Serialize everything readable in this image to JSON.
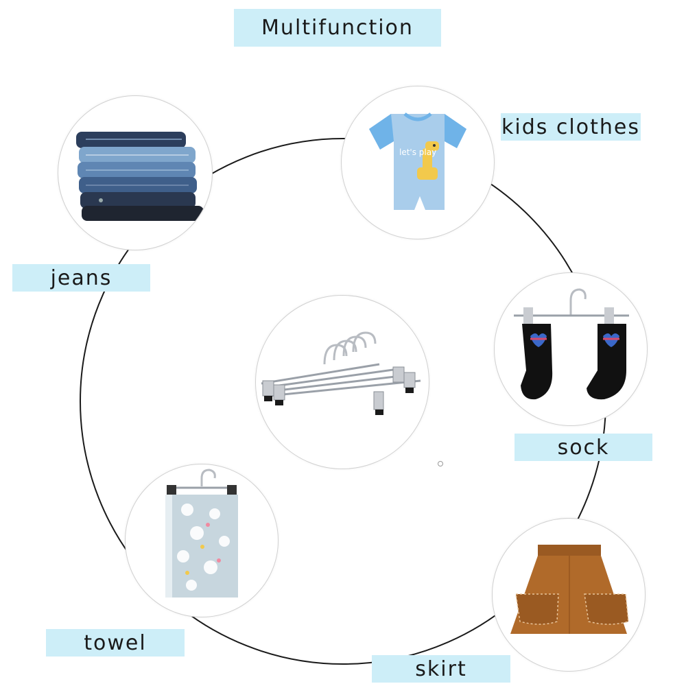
{
  "header": {
    "title": "Multifunction"
  },
  "items": [
    {
      "id": "jeans",
      "label": "jeans"
    },
    {
      "id": "kids-clothes",
      "label": "kids clothes",
      "print": "let's play"
    },
    {
      "id": "sock",
      "label": "sock"
    },
    {
      "id": "skirt",
      "label": "skirt"
    },
    {
      "id": "towel",
      "label": "towel"
    }
  ],
  "colors": {
    "label_bg": "#cdeef8",
    "ring": "#1a1a1a",
    "denim_dark": "#2c3e5c",
    "denim_light": "#7fa6cc",
    "romper": "#a9cdeb",
    "sleeve": "#6fb3e8",
    "sock": "#111111",
    "skirt": "#b06a2a",
    "towel": "#c7d6de",
    "chrome": "#b8bcc2"
  }
}
